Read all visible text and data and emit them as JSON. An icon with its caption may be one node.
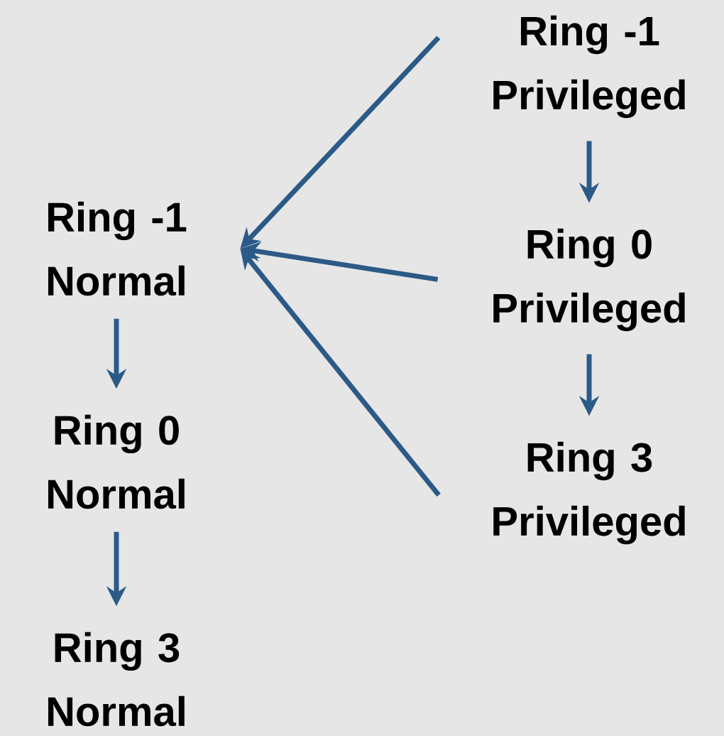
{
  "diagram": {
    "nodes": [
      {
        "text": [
          "Ring -1 Normal"
        ]
      },
      {
        "text": [
          "Ring 0 Normal"
        ]
      },
      {
        "text": [
          "Ring 3 Normal"
        ]
      },
      {
        "text": [
          "Ring -1 Privileged"
        ]
      },
      {
        "text": [
          "Ring 0 Privileged"
        ]
      },
      {
        "text": [
          "Ring 3 Privileged"
        ]
      }
    ],
    "edges": [
      {
        "from": 0,
        "to": 1,
        "arrow": "to"
      },
      {
        "from": 1,
        "to": 2,
        "arrow": "to"
      },
      {
        "from": 3,
        "to": 4,
        "arrow": "to"
      },
      {
        "from": 4,
        "to": 5,
        "arrow": "to"
      },
      {
        "from": 3,
        "to": 0,
        "arrow": "to"
      },
      {
        "from": 4,
        "to": 0,
        "arrow": "to"
      },
      {
        "from": 5,
        "to": 0,
        "arrow": "to"
      }
    ]
  }
}
